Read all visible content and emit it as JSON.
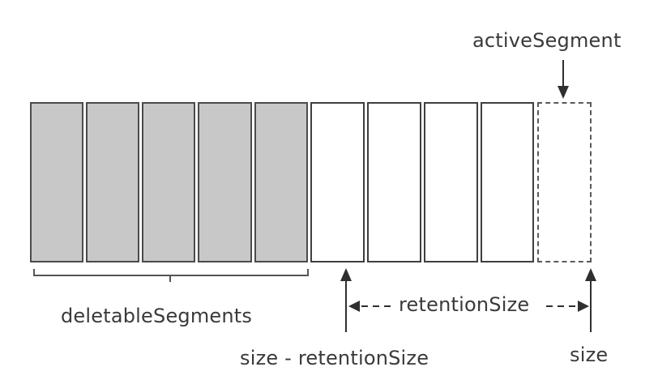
{
  "labels": {
    "active_segment": "activeSegment",
    "deletable_segments": "deletableSegments",
    "retention_size": "retentionSize",
    "size_minus_retention": "size - retentionSize",
    "size": "size"
  },
  "segments": {
    "deletable_count": 5,
    "retained_count": 4,
    "active_count": 1
  },
  "colors": {
    "deletable_fill": "#c8c8c8",
    "border": "#3f3f3f",
    "text": "#3a3a3a"
  }
}
